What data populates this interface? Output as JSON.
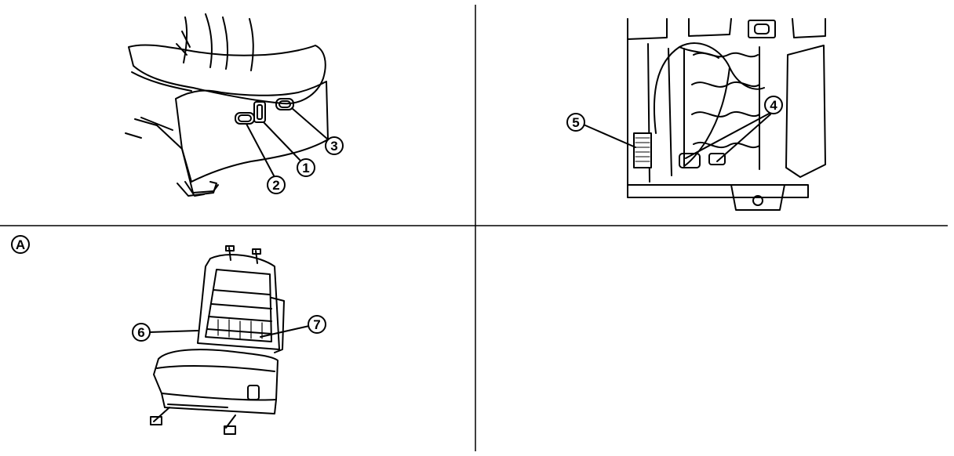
{
  "panels": {
    "top_left": {
      "callouts": [
        {
          "id": "1",
          "label": "1"
        },
        {
          "id": "2",
          "label": "2"
        },
        {
          "id": "3",
          "label": "3"
        }
      ]
    },
    "top_right": {
      "callouts": [
        {
          "id": "4",
          "label": "4"
        },
        {
          "id": "5",
          "label": "5"
        }
      ]
    },
    "bottom_left": {
      "view_label": "A",
      "callouts": [
        {
          "id": "6",
          "label": "6"
        },
        {
          "id": "7",
          "label": "7"
        }
      ]
    },
    "bottom_right": {}
  },
  "colors": {
    "ink": "#000000",
    "background": "#ffffff"
  }
}
